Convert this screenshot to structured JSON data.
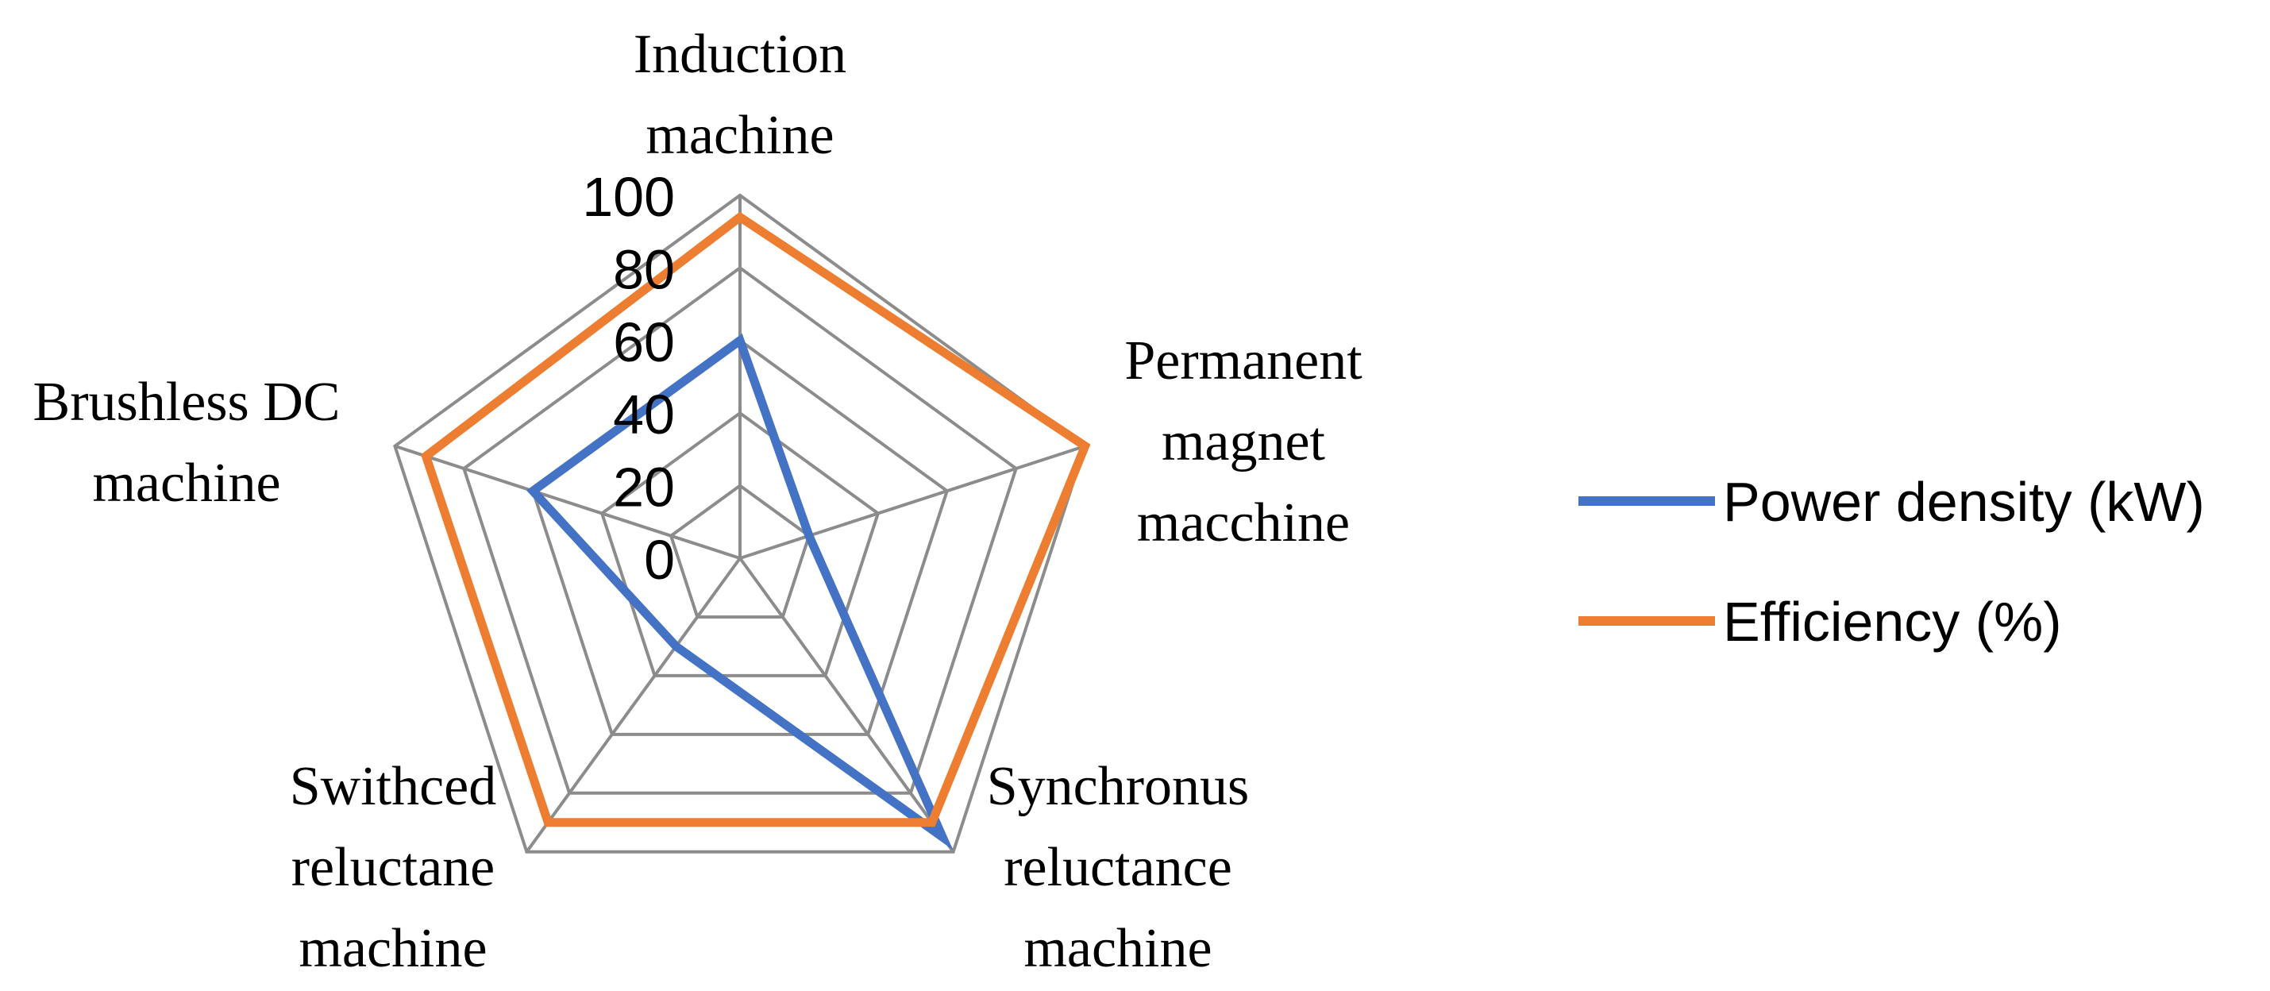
{
  "chart_data": {
    "type": "radar",
    "categories": [
      "Induction machine",
      "Permanent magnet macchine",
      "Synchronus reluctance machine",
      "Swithced reluctane machine",
      "Brushless DC machine"
    ],
    "category_label_lines": [
      [
        "Induction",
        "machine"
      ],
      [
        "Permanent",
        "magnet",
        "macchine"
      ],
      [
        "Synchronus",
        "reluctance",
        "machine"
      ],
      [
        "Swithced",
        "reluctane",
        "machine"
      ],
      [
        "Brushless DC",
        "machine"
      ]
    ],
    "rlim": [
      0,
      100
    ],
    "ticks": [
      0,
      20,
      40,
      60,
      80,
      100
    ],
    "tick_labels": [
      "0",
      "20",
      "40",
      "60",
      "80",
      "100"
    ],
    "series": [
      {
        "name": "Power density (kW)",
        "color": "#4472c4",
        "values": [
          60,
          20,
          95,
          30,
          60
        ]
      },
      {
        "name": "Efficiency (%)",
        "color": "#ed7d31",
        "values": [
          94,
          100,
          90,
          90,
          91
        ]
      }
    ],
    "legend_position": "right",
    "grid": true
  }
}
